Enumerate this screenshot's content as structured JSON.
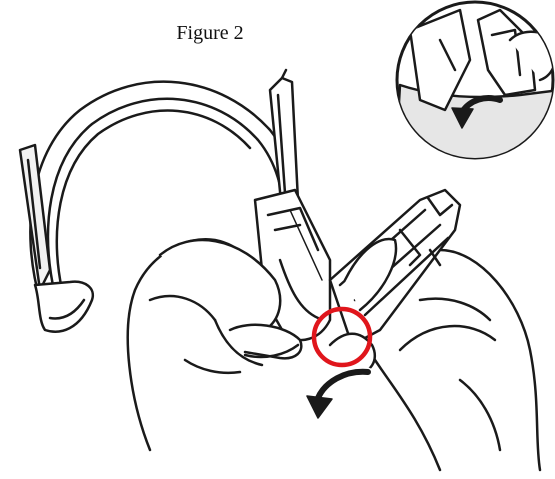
{
  "figure": {
    "caption": "Figure 2",
    "colors": {
      "line": "#1a1a1a",
      "fill": "#ffffff",
      "shade": "#e6e6e6",
      "highlight": "#e0161c"
    },
    "icons": [
      "headset-illustration",
      "hands-illustration",
      "rotate-arrow-icon",
      "highlight-circle",
      "detail-inset"
    ]
  }
}
